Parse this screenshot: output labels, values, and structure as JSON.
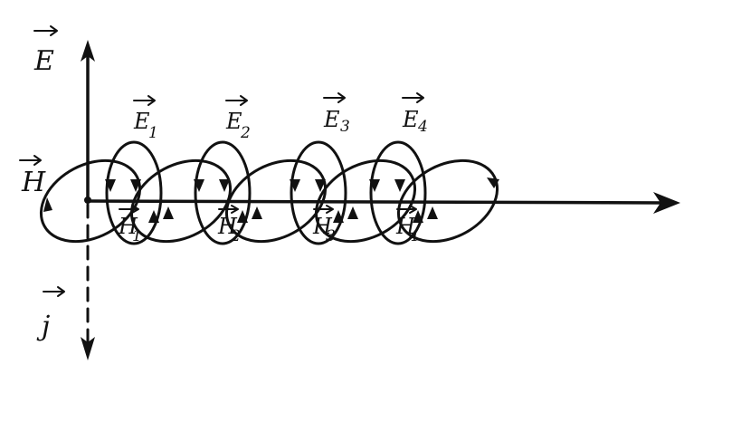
{
  "axes": {
    "vertical_label": "E",
    "horizontal_side_label": "H",
    "down_label": "j"
  },
  "e_labels": [
    {
      "letter": "E",
      "index": "1"
    },
    {
      "letter": "E",
      "index": "2"
    },
    {
      "letter": "E",
      "index": "3"
    },
    {
      "letter": "E",
      "index": "4"
    }
  ],
  "h_labels": [
    {
      "letter": "H",
      "index": "1"
    },
    {
      "letter": "H",
      "index": "2"
    },
    {
      "letter": "H",
      "index": "3"
    },
    {
      "letter": "H",
      "index": "4"
    }
  ],
  "colors": {
    "ink": "#111111",
    "background": "#ffffff"
  }
}
